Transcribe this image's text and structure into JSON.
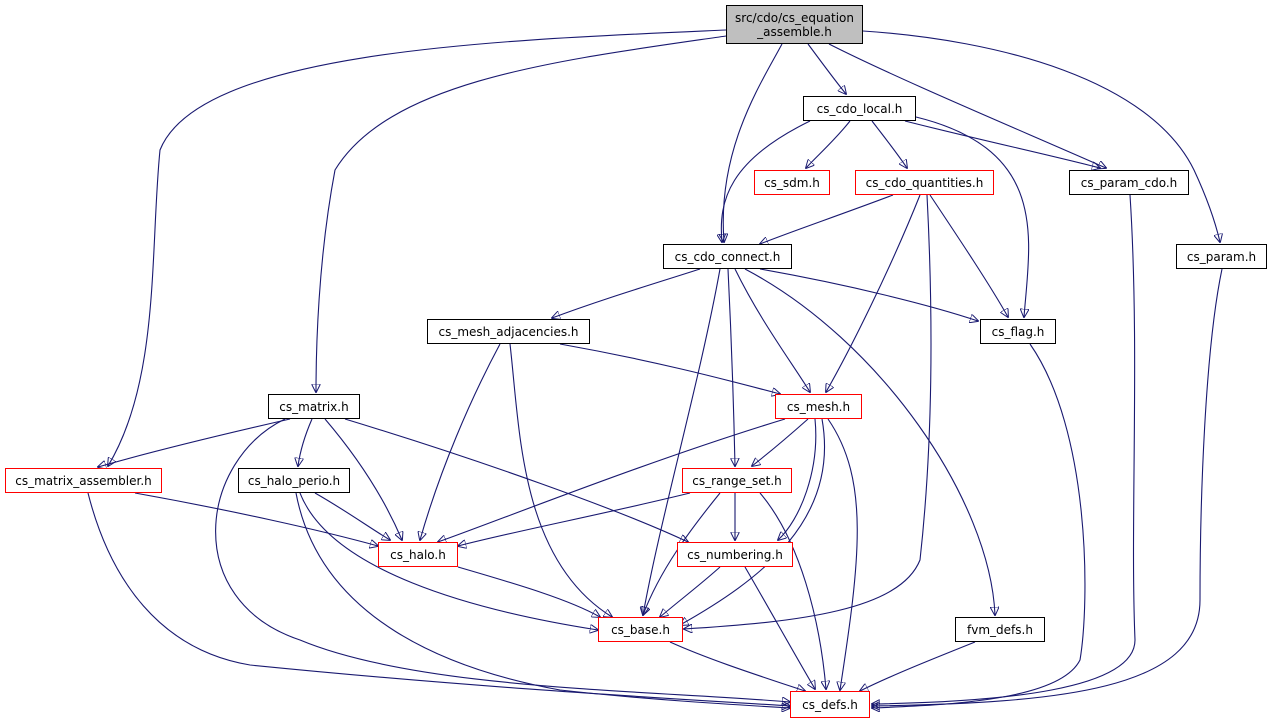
{
  "colors": {
    "edge": "#191970",
    "node_border": "#000000",
    "node_border_external": "#ff0000",
    "root_fill": "#bfbfbf"
  },
  "nodes": {
    "root": {
      "label": "src/cdo/cs_equation\n_assemble.h"
    },
    "cs_cdo_local": {
      "label": "cs_cdo_local.h"
    },
    "cs_sdm": {
      "label": "cs_sdm.h"
    },
    "cs_cdo_quantities": {
      "label": "cs_cdo_quantities.h"
    },
    "cs_param_cdo": {
      "label": "cs_param_cdo.h"
    },
    "cs_cdo_connect": {
      "label": "cs_cdo_connect.h"
    },
    "cs_param": {
      "label": "cs_param.h"
    },
    "cs_mesh_adjacencies": {
      "label": "cs_mesh_adjacencies.h"
    },
    "cs_flag": {
      "label": "cs_flag.h"
    },
    "cs_matrix": {
      "label": "cs_matrix.h"
    },
    "cs_mesh": {
      "label": "cs_mesh.h"
    },
    "cs_matrix_assembler": {
      "label": "cs_matrix_assembler.h"
    },
    "cs_halo_perio": {
      "label": "cs_halo_perio.h"
    },
    "cs_range_set": {
      "label": "cs_range_set.h"
    },
    "cs_halo": {
      "label": "cs_halo.h"
    },
    "cs_numbering": {
      "label": "cs_numbering.h"
    },
    "cs_base": {
      "label": "cs_base.h"
    },
    "fvm_defs": {
      "label": "fvm_defs.h"
    },
    "cs_defs": {
      "label": "cs_defs.h"
    }
  }
}
